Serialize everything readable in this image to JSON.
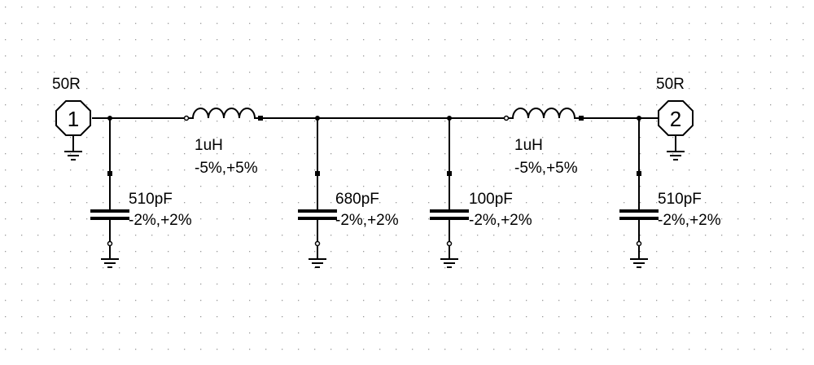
{
  "schematic": {
    "ports": [
      {
        "number": "1",
        "impedance": "50R"
      },
      {
        "number": "2",
        "impedance": "50R"
      }
    ],
    "inductors": [
      {
        "value": "1uH",
        "tolerance": "-5%,+5%"
      },
      {
        "value": "1uH",
        "tolerance": "-5%,+5%"
      }
    ],
    "capacitors": [
      {
        "value": "510pF",
        "tolerance": "-2%,+2%"
      },
      {
        "value": "680pF",
        "tolerance": "-2%,+2%"
      },
      {
        "value": "100pF",
        "tolerance": "-2%,+2%"
      },
      {
        "value": "510pF",
        "tolerance": "-2%,+2%"
      }
    ],
    "colors": {
      "wire": "#000000",
      "grid_dot": "#9a9a9a",
      "background": "#ffffff"
    }
  }
}
